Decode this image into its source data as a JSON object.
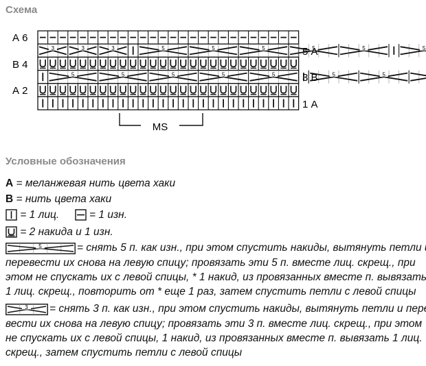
{
  "scheme_title": "Схема",
  "legend_title": "Условные обозначения",
  "row_labels_left": [
    "А 6",
    "В 4",
    "А 2"
  ],
  "row_labels_right": [
    "5 А",
    "3 В",
    "1 А"
  ],
  "ms_label": "MS",
  "cross_numbers": {
    "five": "5",
    "three": "3"
  },
  "rows": [
    [
      "—",
      "—",
      "—",
      "—",
      "—",
      "—",
      "—",
      "—",
      "—",
      "—",
      "—",
      "—",
      "—",
      "—",
      "—",
      "—",
      "—",
      "—",
      "—",
      "—",
      "—",
      "—",
      "—",
      "—",
      "—",
      "—"
    ],
    [
      "X3",
      "X3",
      "X3",
      "|",
      "X5",
      "X5",
      "X5",
      "X5",
      "X5",
      "|",
      "X5",
      "X5",
      "X5",
      "X5",
      "X5",
      "|",
      "X3",
      "X3",
      "X3",
      "|"
    ],
    [
      "U",
      "U",
      "U",
      "U",
      "U",
      "U",
      "U",
      "U",
      "U",
      "U",
      "U",
      "U",
      "U",
      "U",
      "U",
      "U",
      "U",
      "U",
      "U",
      "U",
      "U",
      "U",
      "U",
      "U",
      "U",
      "U"
    ],
    [
      "|",
      "X5",
      "X5",
      "X5",
      "X5",
      "X5",
      "|",
      "X5",
      "X5",
      "X5",
      "X5",
      "X5",
      "|",
      "X5",
      "X5",
      "X5",
      "X5",
      "X5",
      "|"
    ],
    [
      "U",
      "U",
      "U",
      "U",
      "U",
      "U",
      "U",
      "U",
      "U",
      "U",
      "U",
      "U",
      "U",
      "U",
      "U",
      "U",
      "U",
      "U",
      "U",
      "U",
      "U",
      "U",
      "U",
      "U",
      "U",
      "U"
    ],
    [
      "|",
      "|",
      "|",
      "|",
      "|",
      "|",
      "|",
      "|",
      "|",
      "|",
      "|",
      "|",
      "|",
      "|",
      "|",
      "|",
      "|",
      "|",
      "|",
      "|",
      "|",
      "|",
      "|",
      "|",
      "|",
      "|"
    ]
  ],
  "legend": {
    "a_key": "А",
    "a_text": " = меланжевая нить цвета хаки",
    "b_key": "В",
    "b_text": " = нить цвета хаки",
    "knit_text": " = 1 лиц.",
    "purl_text": " = 1 изн.",
    "yo_text": " = 2 накида и 1 изн.",
    "five_lines": [
      " = снять 5 п. как изн., при этом спустить накиды, вытянуть петли и",
      "перевести их снова на левую спицу; провязать эти 5 п. вместе лиц. скрещ., при",
      "этом не спускать их с левой спицы, * 1 накид, из провязанных вместе п. вывязать",
      "1 лиц. скрещ., повторить от * еще 1 раз, затем спустить петли с левой спицы"
    ],
    "three_lines": [
      " = снять 3 п. как изн., при этом спустить накиды, вытянуть петли и пере-",
      "вести их снова на левую спицу; провязать эти 3 п. вместе лиц. скрещ., при этом",
      "не спускать их с левой спицы, 1 накид, из провязанных вместе п. вывязать 1 лиц.",
      "скрещ., затем спустить петли с левой спицы"
    ]
  }
}
